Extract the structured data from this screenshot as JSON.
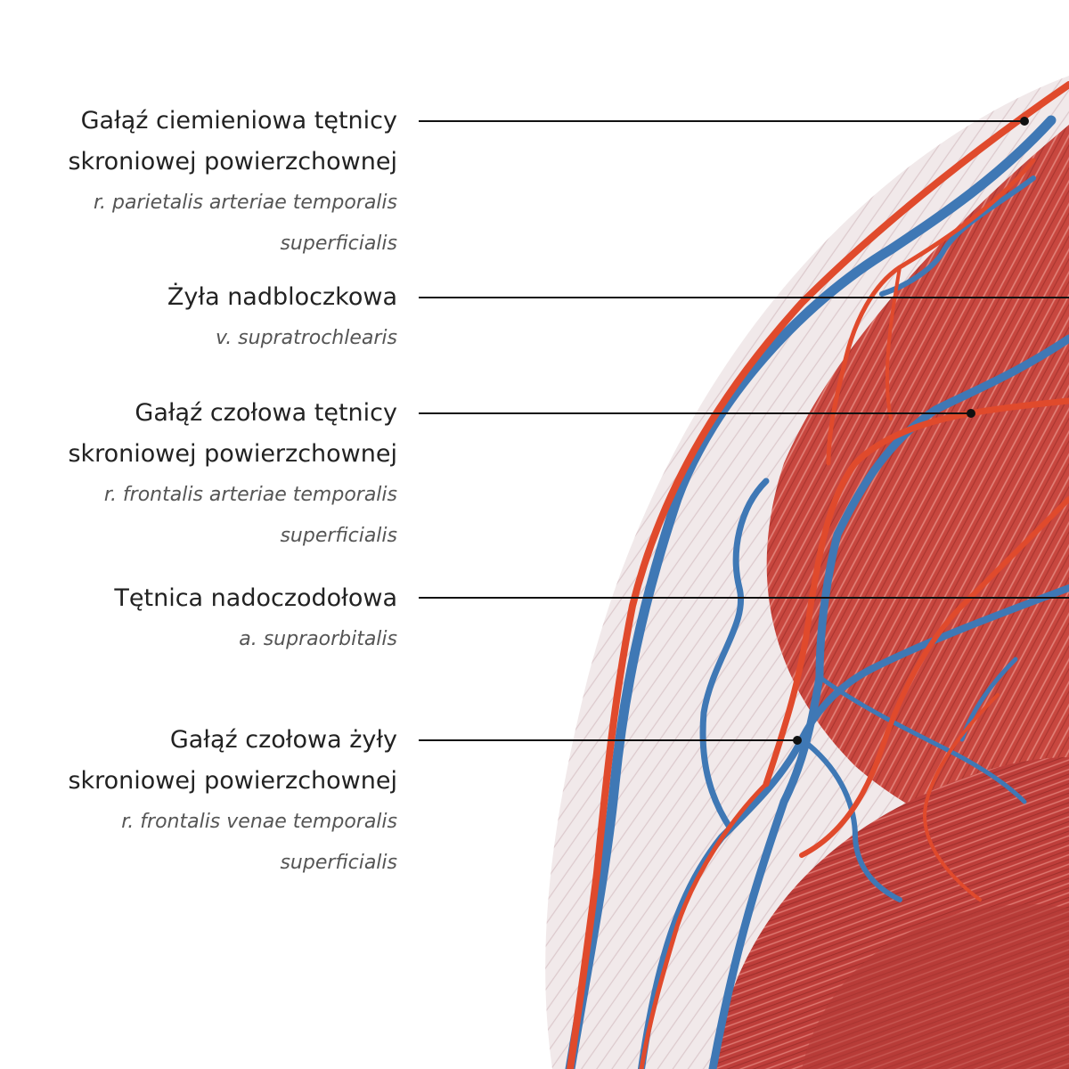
{
  "labels": [
    {
      "polish": [
        "Gałąź ciemieniowa tętnicy",
        "skroniowej powierzchownej"
      ],
      "latin": [
        "r. parietalis arteriae temporalis",
        "superficialis"
      ]
    },
    {
      "polish": [
        "Żyła nadbloczkowa"
      ],
      "latin": [
        "v. supratrochlearis"
      ]
    },
    {
      "polish": [
        "Gałąź czołowa tętnicy",
        "skroniowej powierzchownej"
      ],
      "latin": [
        "r. frontalis arteriae temporalis",
        "superficialis"
      ]
    },
    {
      "polish": [
        "Tętnica nadoczodołowa"
      ],
      "latin": [
        "a.  supraorbitalis"
      ]
    },
    {
      "polish": [
        "Gałąź czołowa żyły",
        "skroniowej powierzchownej"
      ],
      "latin": [
        "r. frontalis venae temporalis",
        "superficialis"
      ]
    }
  ],
  "colors": {
    "artery": "#e04a2c",
    "vein": "#3f78b5",
    "muscle": "#c94848",
    "skin": "#f3eeee",
    "leader": "#111111"
  }
}
